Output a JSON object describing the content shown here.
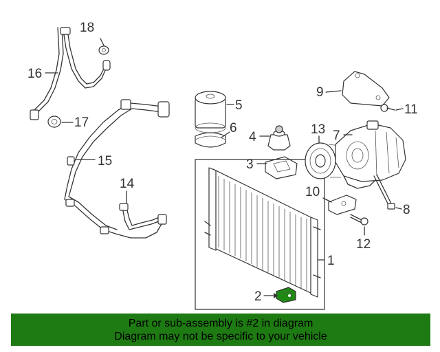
{
  "diagram": {
    "callouts": {
      "c1": "1",
      "c2": "2",
      "c3": "3",
      "c4": "4",
      "c5": "5",
      "c6": "6",
      "c7": "7",
      "c8": "8",
      "c9": "9",
      "c10": "10",
      "c11": "11",
      "c12": "12",
      "c13": "13",
      "c14": "14",
      "c15": "15",
      "c16": "16",
      "c17": "17",
      "c18": "18"
    },
    "highlight_color": "#1e8a14"
  },
  "banner": {
    "line1": "Part or sub-assembly is #2 in diagram",
    "line2": "Diagram may not be specific to your vehicle",
    "background": "#1e7a12"
  }
}
